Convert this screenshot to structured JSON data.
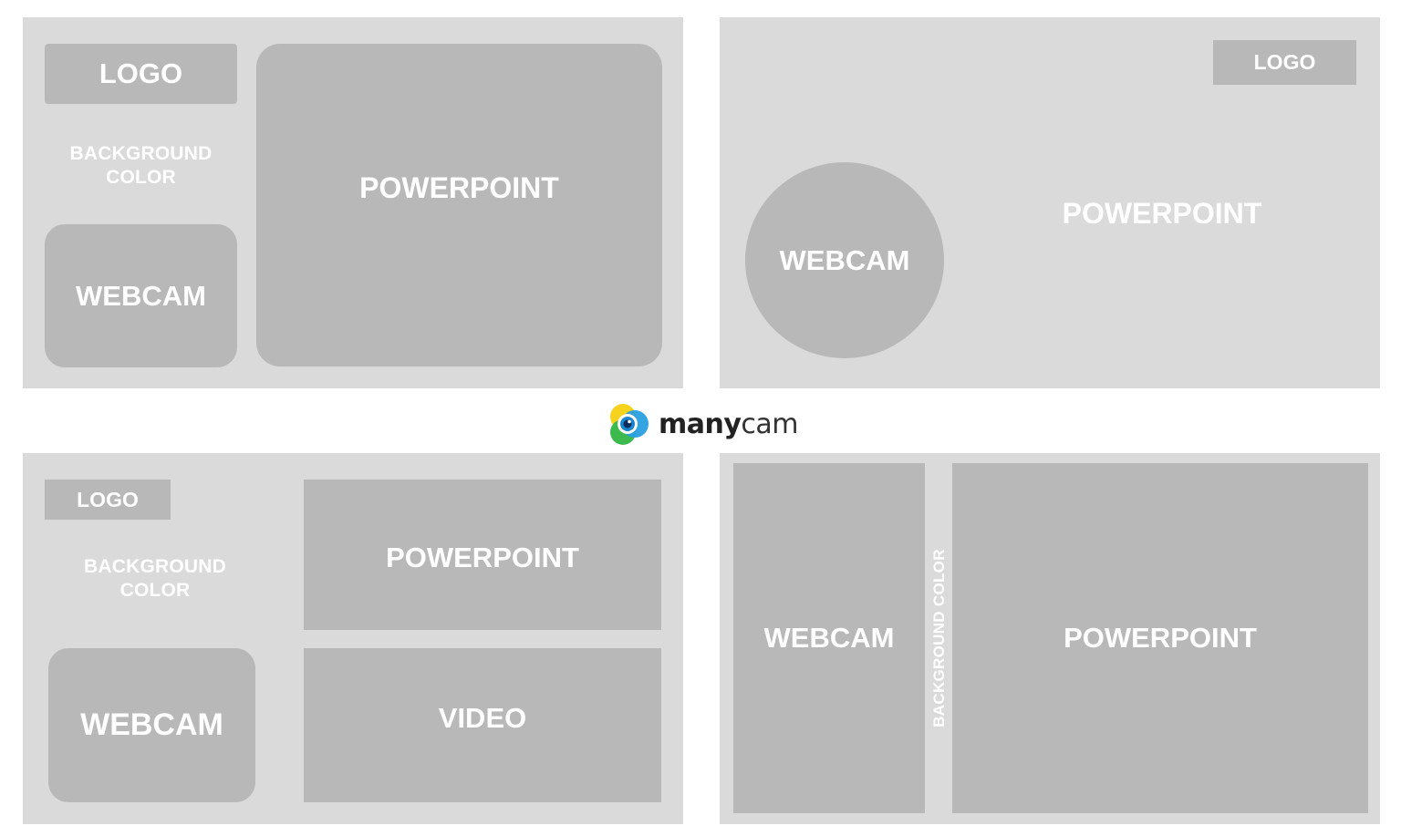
{
  "layouts": {
    "top_left": {
      "logo": "LOGO",
      "background_color": "BACKGROUND COLOR",
      "webcam": "WEBCAM",
      "powerpoint": "POWERPOINT"
    },
    "top_right": {
      "logo": "LOGO",
      "webcam": "WEBCAM",
      "powerpoint": "POWERPOINT"
    },
    "bottom_left": {
      "logo": "LOGO",
      "background_color": "BACKGROUND COLOR",
      "webcam": "WEBCAM",
      "powerpoint": "POWERPOINT",
      "video": "VIDEO"
    },
    "bottom_right": {
      "webcam": "WEBCAM",
      "background_color": "BACKGROUND COLOR",
      "powerpoint": "POWERPOINT"
    }
  },
  "brand": {
    "name_bold": "many",
    "name_light": "cam",
    "icon": "manycam-logo-icon"
  },
  "colors": {
    "page_background": "#ffffff",
    "panel": "#dadada",
    "box": "#b8b8b8",
    "label": "#ffffff",
    "brand_yellow": "#f7d21e",
    "brand_green": "#3dba4e",
    "brand_blue": "#2a9fe0"
  }
}
